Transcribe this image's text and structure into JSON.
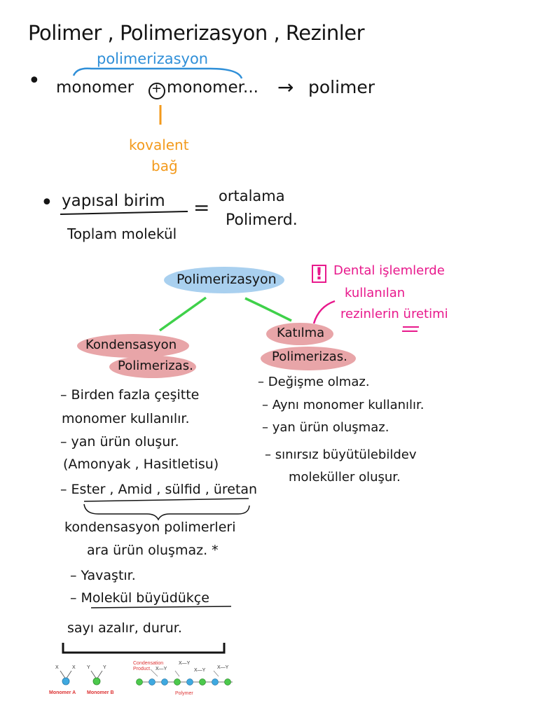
{
  "title": "Polimer , Polimerizasyon , Rezinler",
  "top": {
    "polimerizasyon_label": "polimerizasyon",
    "equation_left": "monomer",
    "plus": "+",
    "equation_right": "monomer...",
    "arrow": "→",
    "product": "polimer",
    "bond_label_1": "kovalent",
    "bond_label_2": "bağ"
  },
  "formula": {
    "bullet": "•",
    "numerator": "yapısal birim",
    "denominator": "Toplam molekül",
    "equals": "=",
    "result_line1": "ortalama",
    "result_line2": "Polimerd."
  },
  "mindmap": {
    "center": "Polimerizasyon",
    "note_line1": "Dental işlemlerde",
    "note_line2": "kullanılan",
    "note_line3": "rezinlerin üretimi",
    "note_mark": "!",
    "left_node_line1": "Kondensasyon",
    "left_node_line2": "Polimerizas.",
    "right_node_line1": "Katılma",
    "right_node_line2": "Polimerizas."
  },
  "left_list": [
    {
      "text": "– Birden fazla çeşitte"
    },
    {
      "text": "monomer kullanılır."
    },
    {
      "text": "– yan ürün oluşur."
    },
    {
      "text": "(Amonyak , Hasitletisu)"
    },
    {
      "text": "– Ester , Amid , sülfid , üretan"
    },
    {
      "text": "kondensasyon polimerleri"
    },
    {
      "text": "ara ürün oluşmaz. *"
    },
    {
      "text": "– Yavaştır."
    },
    {
      "text": "– Molekül büyüdükçe"
    },
    {
      "text": "sayı azalır, durur."
    }
  ],
  "right_list": [
    {
      "text": "– Değişme olmaz."
    },
    {
      "text": "– Aynı monomer kullanılır."
    },
    {
      "text": "– yan ürün oluşmaz."
    },
    {
      "text": "– sınırsız büyütülebildev"
    },
    {
      "text": "moleküller oluşur."
    }
  ],
  "diagram": {
    "monomer_a": "Monomer A",
    "monomer_b": "Monomer B",
    "condensation_1": "Condensation",
    "condensation_2": "Product",
    "polymer": "Polymer",
    "x": "X",
    "y": "Y",
    "xy": "X—Y",
    "colors": {
      "blue_bead": "#3fa9e0",
      "green_bead": "#4cc94c",
      "red_text": "#d33"
    }
  },
  "colors": {
    "ink": "#141414",
    "blue": "#2f8fd8",
    "orange": "#f39a1c",
    "pink": "#e8198c",
    "highlight_blue": "#a9d0ef",
    "highlight_pink": "#e8a5a8",
    "green_line": "#3fd14a"
  }
}
